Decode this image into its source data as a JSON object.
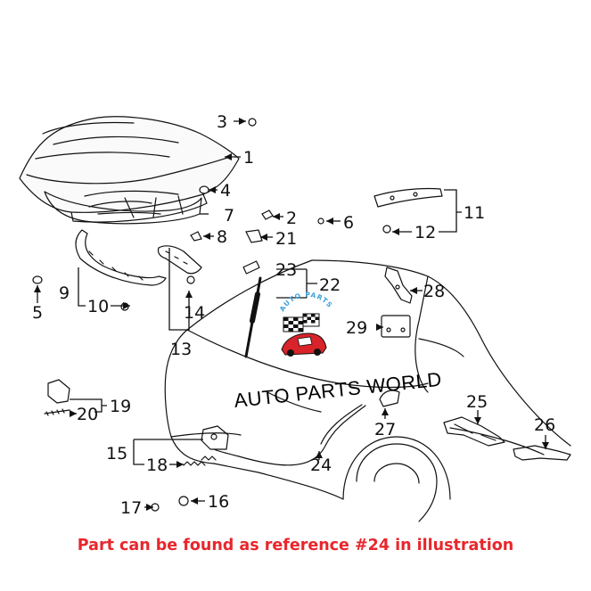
{
  "callouts": {
    "c1": "1",
    "c2": "2",
    "c3": "3",
    "c4": "4",
    "c5": "5",
    "c6": "6",
    "c7": "7",
    "c8": "8",
    "c9": "9",
    "c10": "10",
    "c11": "11",
    "c12": "12",
    "c13": "13",
    "c14": "14",
    "c15": "15",
    "c16": "16",
    "c17": "17",
    "c18": "18",
    "c19": "19",
    "c20": "20",
    "c21": "21",
    "c22": "22",
    "c23": "23",
    "c24": "24",
    "c25": "25",
    "c26": "26",
    "c27": "27",
    "c28": "28",
    "c29": "29"
  },
  "watermark": {
    "text": "AUTO PARTS WORLD",
    "ring_text": "AUTO PARTS WORLD"
  },
  "caption": "Part can be found as reference #24 in illustration",
  "colors": {
    "caption": "#e8262c",
    "logo_red": "#d8232a",
    "logo_blue": "#3ba0d8"
  }
}
